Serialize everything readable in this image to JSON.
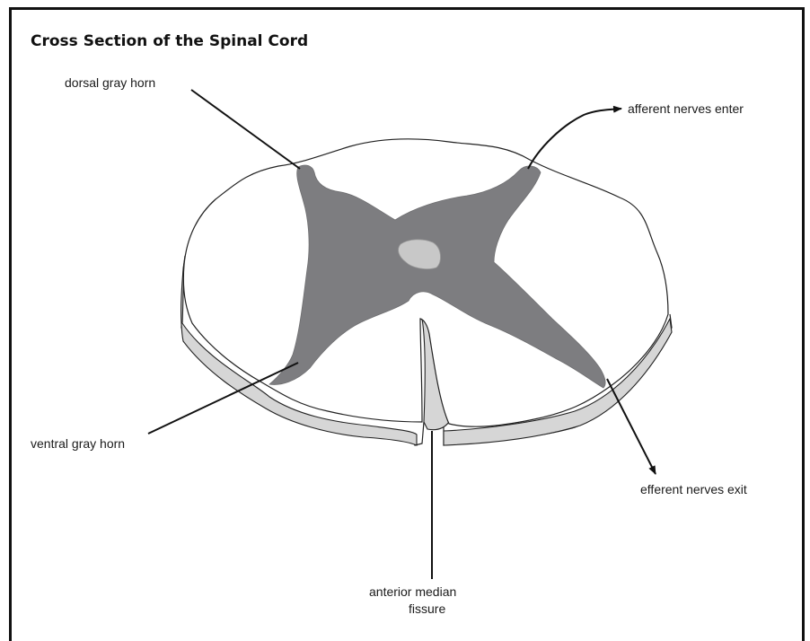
{
  "title": "Cross Section of the Spinal Cord",
  "labels": {
    "dorsal_gray_horn": "dorsal gray horn",
    "afferent_nerves_enter": "afferent nerves enter",
    "ventral_gray_horn": "ventral gray horn",
    "efferent_nerves_exit": "efferent nerves exit",
    "anterior_median_fissure_line1": "anterior median",
    "anterior_median_fissure_line2": "fissure"
  },
  "colors": {
    "gray_matter": "#7d7d80",
    "central_canal": "#c8c8c8",
    "membrane_rim": "#d6d6d6",
    "outline": "#222222",
    "background": "#ffffff"
  }
}
